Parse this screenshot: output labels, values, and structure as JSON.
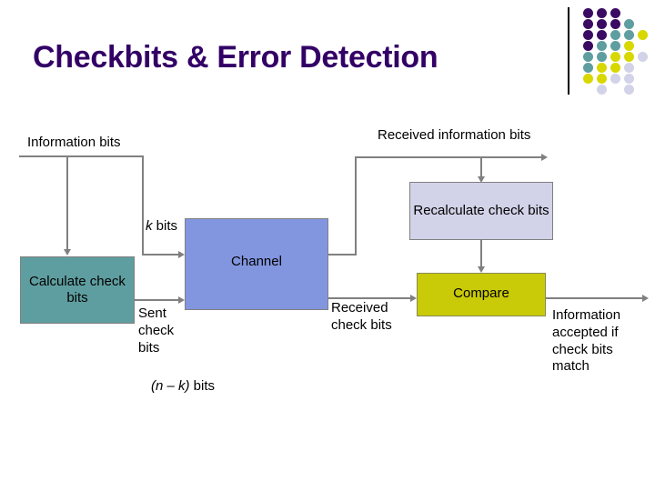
{
  "slide": {
    "title": "Checkbits & Error Detection",
    "title_color": "#330066",
    "background": "#ffffff"
  },
  "logo": {
    "name": "decorative-dot-grid",
    "colors": {
      "purple": "#3B0A63",
      "teal": "#5F9EA0",
      "yellow": "#D8D800",
      "lavender": "#D2D2E8"
    },
    "rows": [
      [
        "purple",
        "purple",
        "purple",
        null,
        null
      ],
      [
        "purple",
        "purple",
        "purple",
        "teal",
        null
      ],
      [
        "purple",
        "purple",
        "teal",
        "teal",
        "yellow"
      ],
      [
        "purple",
        "teal",
        "teal",
        "yellow",
        null
      ],
      [
        "teal",
        "teal",
        "yellow",
        "yellow",
        "lavender"
      ],
      [
        "teal",
        "yellow",
        "yellow",
        "lavender",
        null
      ],
      [
        "yellow",
        "yellow",
        "lavender",
        "lavender",
        null
      ],
      [
        null,
        "lavender",
        null,
        "lavender",
        null
      ]
    ]
  },
  "diagram": {
    "boxes": {
      "calculate": {
        "label": "Calculate\ncheck bits",
        "fill": "#5F9EA0"
      },
      "channel": {
        "label": "Channel",
        "fill": "#8296E0"
      },
      "recalculate": {
        "label": "Recalculate\ncheck bits",
        "fill": "#D2D2E8"
      },
      "compare": {
        "label": "Compare",
        "fill": "#C9CA08"
      }
    },
    "labels": {
      "information_bits": "Information bits",
      "received_information_bits": "Received information bits",
      "k_bits": "k bits",
      "sent_check_bits": "Sent\ncheck\nbits",
      "n_minus_k_bits": "(n – k) bits",
      "received_check_bits": "Received\ncheck bits",
      "information_accepted": "Information\naccepted if\ncheck bits\nmatch"
    },
    "line_color": "#808080"
  }
}
